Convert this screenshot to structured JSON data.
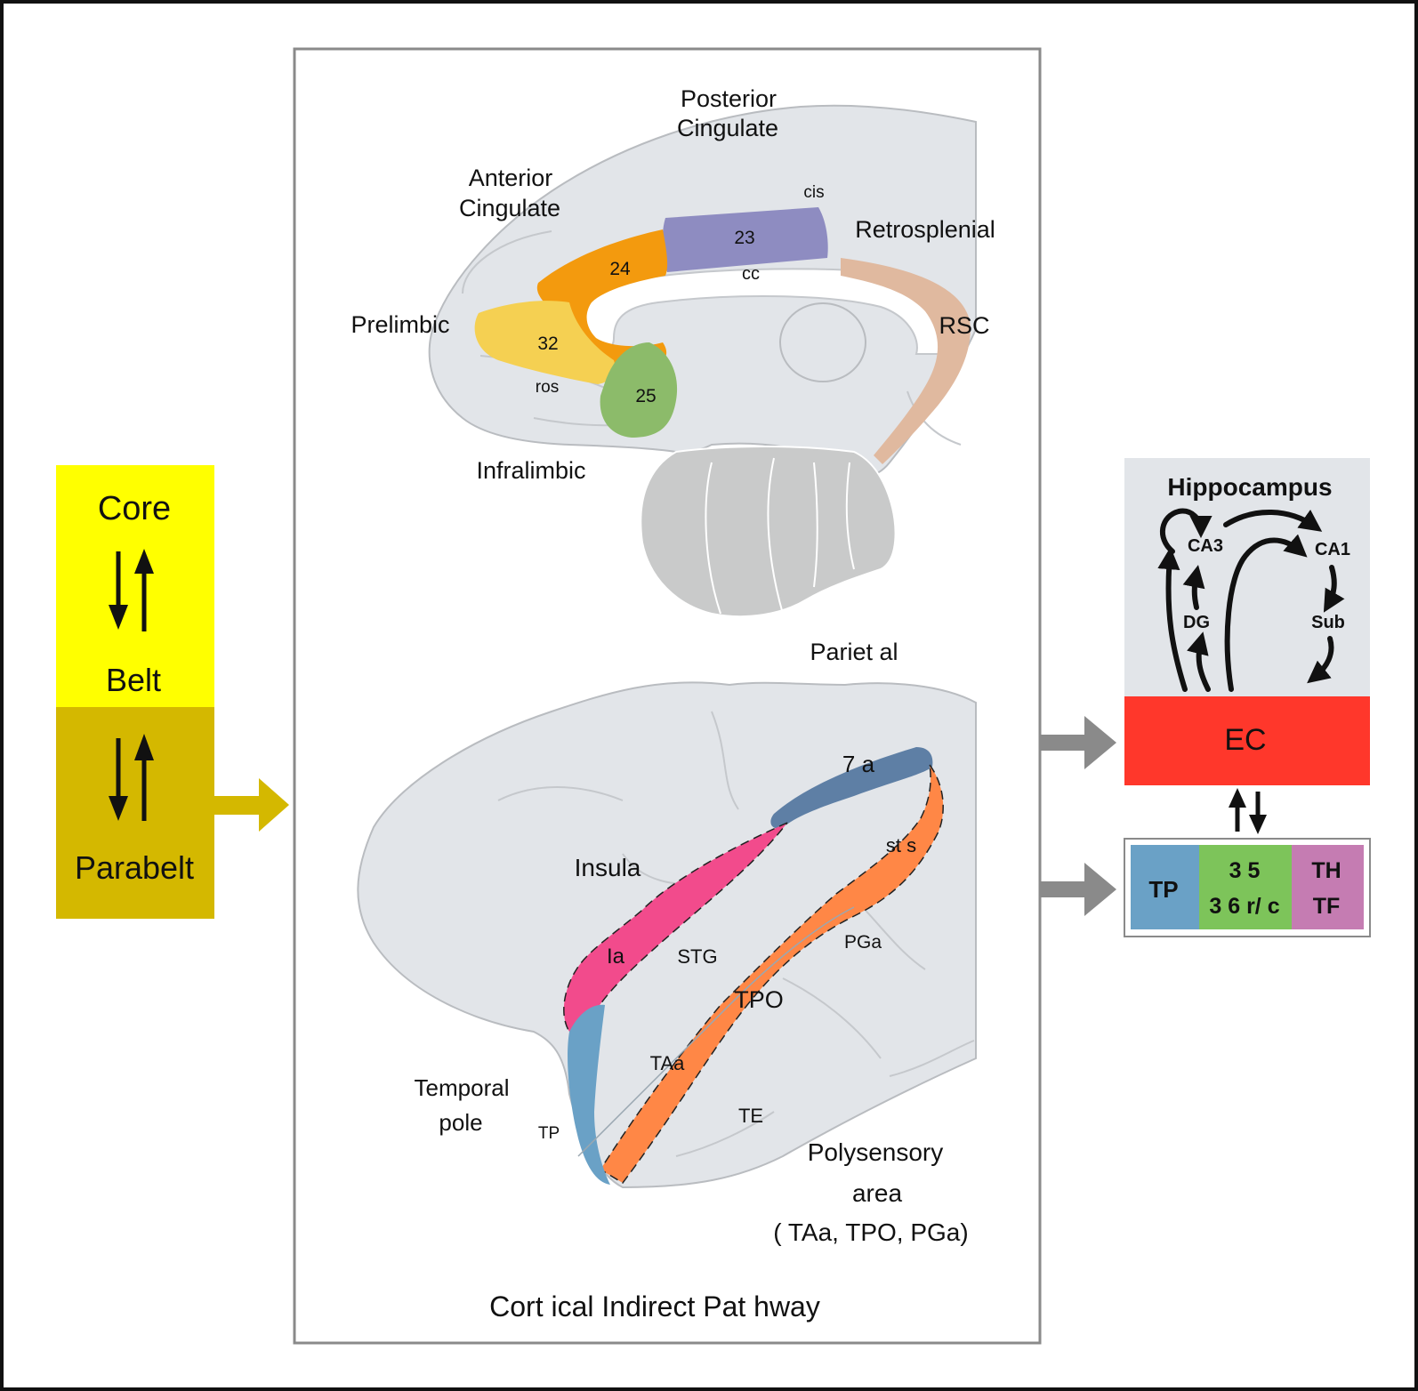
{
  "auditory": {
    "core": "Core",
    "belt": "Belt",
    "parabelt": "Parabelt"
  },
  "medial": {
    "posterior_cingulate": [
      "Posterior",
      "Cingulate"
    ],
    "anterior_cingulate": [
      "Anterior",
      "Cingulate"
    ],
    "retrosplenial": "Retrosplenial",
    "prelimbic": "Prelimbic",
    "infralimbic": "Infralimbic",
    "rsc": "RSC",
    "areas": {
      "a23": "23",
      "a24": "24",
      "a32": "32",
      "a25": "25"
    },
    "sulci": {
      "cis": "cis",
      "cc": "cc",
      "ros": "ros"
    }
  },
  "lateral": {
    "parietal": "Pariet al",
    "insula": "Insula",
    "temporal_pole": [
      "Temporal",
      "pole"
    ],
    "polysensory": [
      "Polysensory",
      "area",
      "( TAa,  TPO,  PGa)"
    ],
    "areas": {
      "a7a": "7 a",
      "sts": "st s",
      "ia": "Ia",
      "stg": "STG",
      "pga": "PGa",
      "tpo": "TPO",
      "taa": "TAa",
      "tp": "TP",
      "te": "TE"
    }
  },
  "caption": "Cort ical  Indirect  Pat hway",
  "hippocampus": {
    "title": "Hippocampus",
    "ca3": "CA3",
    "ca1": "CA1",
    "dg": "DG",
    "sub": "Sub",
    "ec": "EC"
  },
  "parahippocampal": {
    "tp": "TP",
    "a35": "3 5",
    "a36": "3 6 r/ c",
    "th": "TH",
    "tf": "TF"
  },
  "colors": {
    "core_belt": "#ffff00",
    "parabelt": "#d4b800",
    "area23": "#8e8cc1",
    "area24": "#f39a0e",
    "area32": "#f5d052",
    "area25": "#8cbb6a",
    "rsc": "#e0b99f",
    "area7a": "#5e7fa5",
    "insula": "#f24b8c",
    "polysensory": "#ff8746",
    "temporal_pole": "#6aa1c6",
    "ec": "#ff372b",
    "hippo_bg": "#e2e5e9",
    "brain": "#e2e5e9",
    "tp_box": "#6aa1c6",
    "a35_box": "#7dc45a",
    "th_box": "#c57cb2"
  }
}
